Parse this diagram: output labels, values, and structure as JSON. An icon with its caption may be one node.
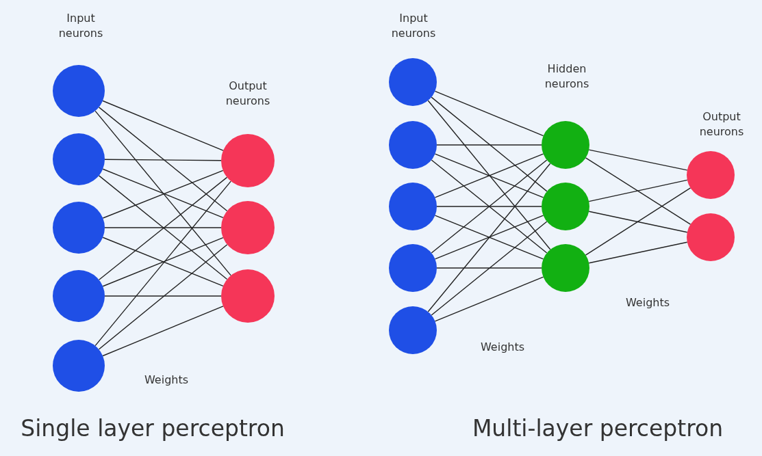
{
  "diagram": {
    "nodes": [
      {
        "text": [],
        "shape": "circle"
      },
      {
        "text": [],
        "shape": "circle"
      },
      {
        "text": [],
        "shape": "circle"
      },
      {
        "text": [],
        "shape": "circle"
      },
      {
        "text": [],
        "shape": "circle"
      },
      {
        "text": [],
        "shape": "circle"
      },
      {
        "text": [],
        "shape": "circle"
      },
      {
        "text": [],
        "shape": "circle"
      },
      {
        "text": [],
        "shape": "circle"
      },
      {
        "text": [],
        "shape": "circle"
      },
      {
        "text": [],
        "shape": "circle"
      },
      {
        "text": [],
        "shape": "circle"
      },
      {
        "text": [],
        "shape": "circle"
      },
      {
        "text": [],
        "shape": "circle"
      },
      {
        "text": [],
        "shape": "circle"
      },
      {
        "text": [],
        "shape": "circle"
      },
      {
        "text": [],
        "shape": "circle"
      },
      {
        "text": [],
        "shape": "circle"
      }
    ],
    "edges": [
      {
        "from": 0,
        "to": 5,
        "arrow": "none"
      },
      {
        "from": 0,
        "to": 6,
        "arrow": "none"
      },
      {
        "from": 0,
        "to": 7,
        "arrow": "none"
      },
      {
        "from": 1,
        "to": 5,
        "arrow": "none"
      },
      {
        "from": 1,
        "to": 6,
        "arrow": "none"
      },
      {
        "from": 1,
        "to": 7,
        "arrow": "none"
      },
      {
        "from": 2,
        "to": 5,
        "arrow": "none"
      },
      {
        "from": 2,
        "to": 6,
        "arrow": "none"
      },
      {
        "from": 2,
        "to": 7,
        "arrow": "none"
      },
      {
        "from": 3,
        "to": 5,
        "arrow": "none"
      },
      {
        "from": 3,
        "to": 6,
        "arrow": "none"
      },
      {
        "from": 3,
        "to": 7,
        "arrow": "none"
      },
      {
        "from": 4,
        "to": 5,
        "arrow": "none"
      },
      {
        "from": 4,
        "to": 6,
        "arrow": "none"
      },
      {
        "from": 4,
        "to": 7,
        "arrow": "none"
      },
      {
        "from": 8,
        "to": 13,
        "arrow": "none"
      },
      {
        "from": 8,
        "to": 14,
        "arrow": "none"
      },
      {
        "from": 8,
        "to": 15,
        "arrow": "none"
      },
      {
        "from": 9,
        "to": 13,
        "arrow": "none"
      },
      {
        "from": 9,
        "to": 14,
        "arrow": "none"
      },
      {
        "from": 9,
        "to": 15,
        "arrow": "none"
      },
      {
        "from": 10,
        "to": 13,
        "arrow": "none"
      },
      {
        "from": 10,
        "to": 14,
        "arrow": "none"
      },
      {
        "from": 10,
        "to": 15,
        "arrow": "none"
      },
      {
        "from": 11,
        "to": 13,
        "arrow": "none"
      },
      {
        "from": 11,
        "to": 14,
        "arrow": "none"
      },
      {
        "from": 11,
        "to": 15,
        "arrow": "none"
      },
      {
        "from": 12,
        "to": 13,
        "arrow": "none"
      },
      {
        "from": 12,
        "to": 14,
        "arrow": "none"
      },
      {
        "from": 12,
        "to": 15,
        "arrow": "none"
      },
      {
        "from": 13,
        "to": 16,
        "arrow": "none"
      },
      {
        "from": 13,
        "to": 17,
        "arrow": "none"
      },
      {
        "from": 14,
        "to": 16,
        "arrow": "none"
      },
      {
        "from": 14,
        "to": 17,
        "arrow": "none"
      },
      {
        "from": 15,
        "to": 16,
        "arrow": "none"
      },
      {
        "from": 15,
        "to": 17,
        "arrow": "none"
      }
    ],
    "labels": [
      "Input neurons",
      "Input neurons",
      "Hidden neurons",
      "Output neurons",
      "Output neurons",
      "Weights",
      "Weights",
      "Weights",
      "Single layer perceptron",
      "Multi-layer perceptron"
    ]
  }
}
